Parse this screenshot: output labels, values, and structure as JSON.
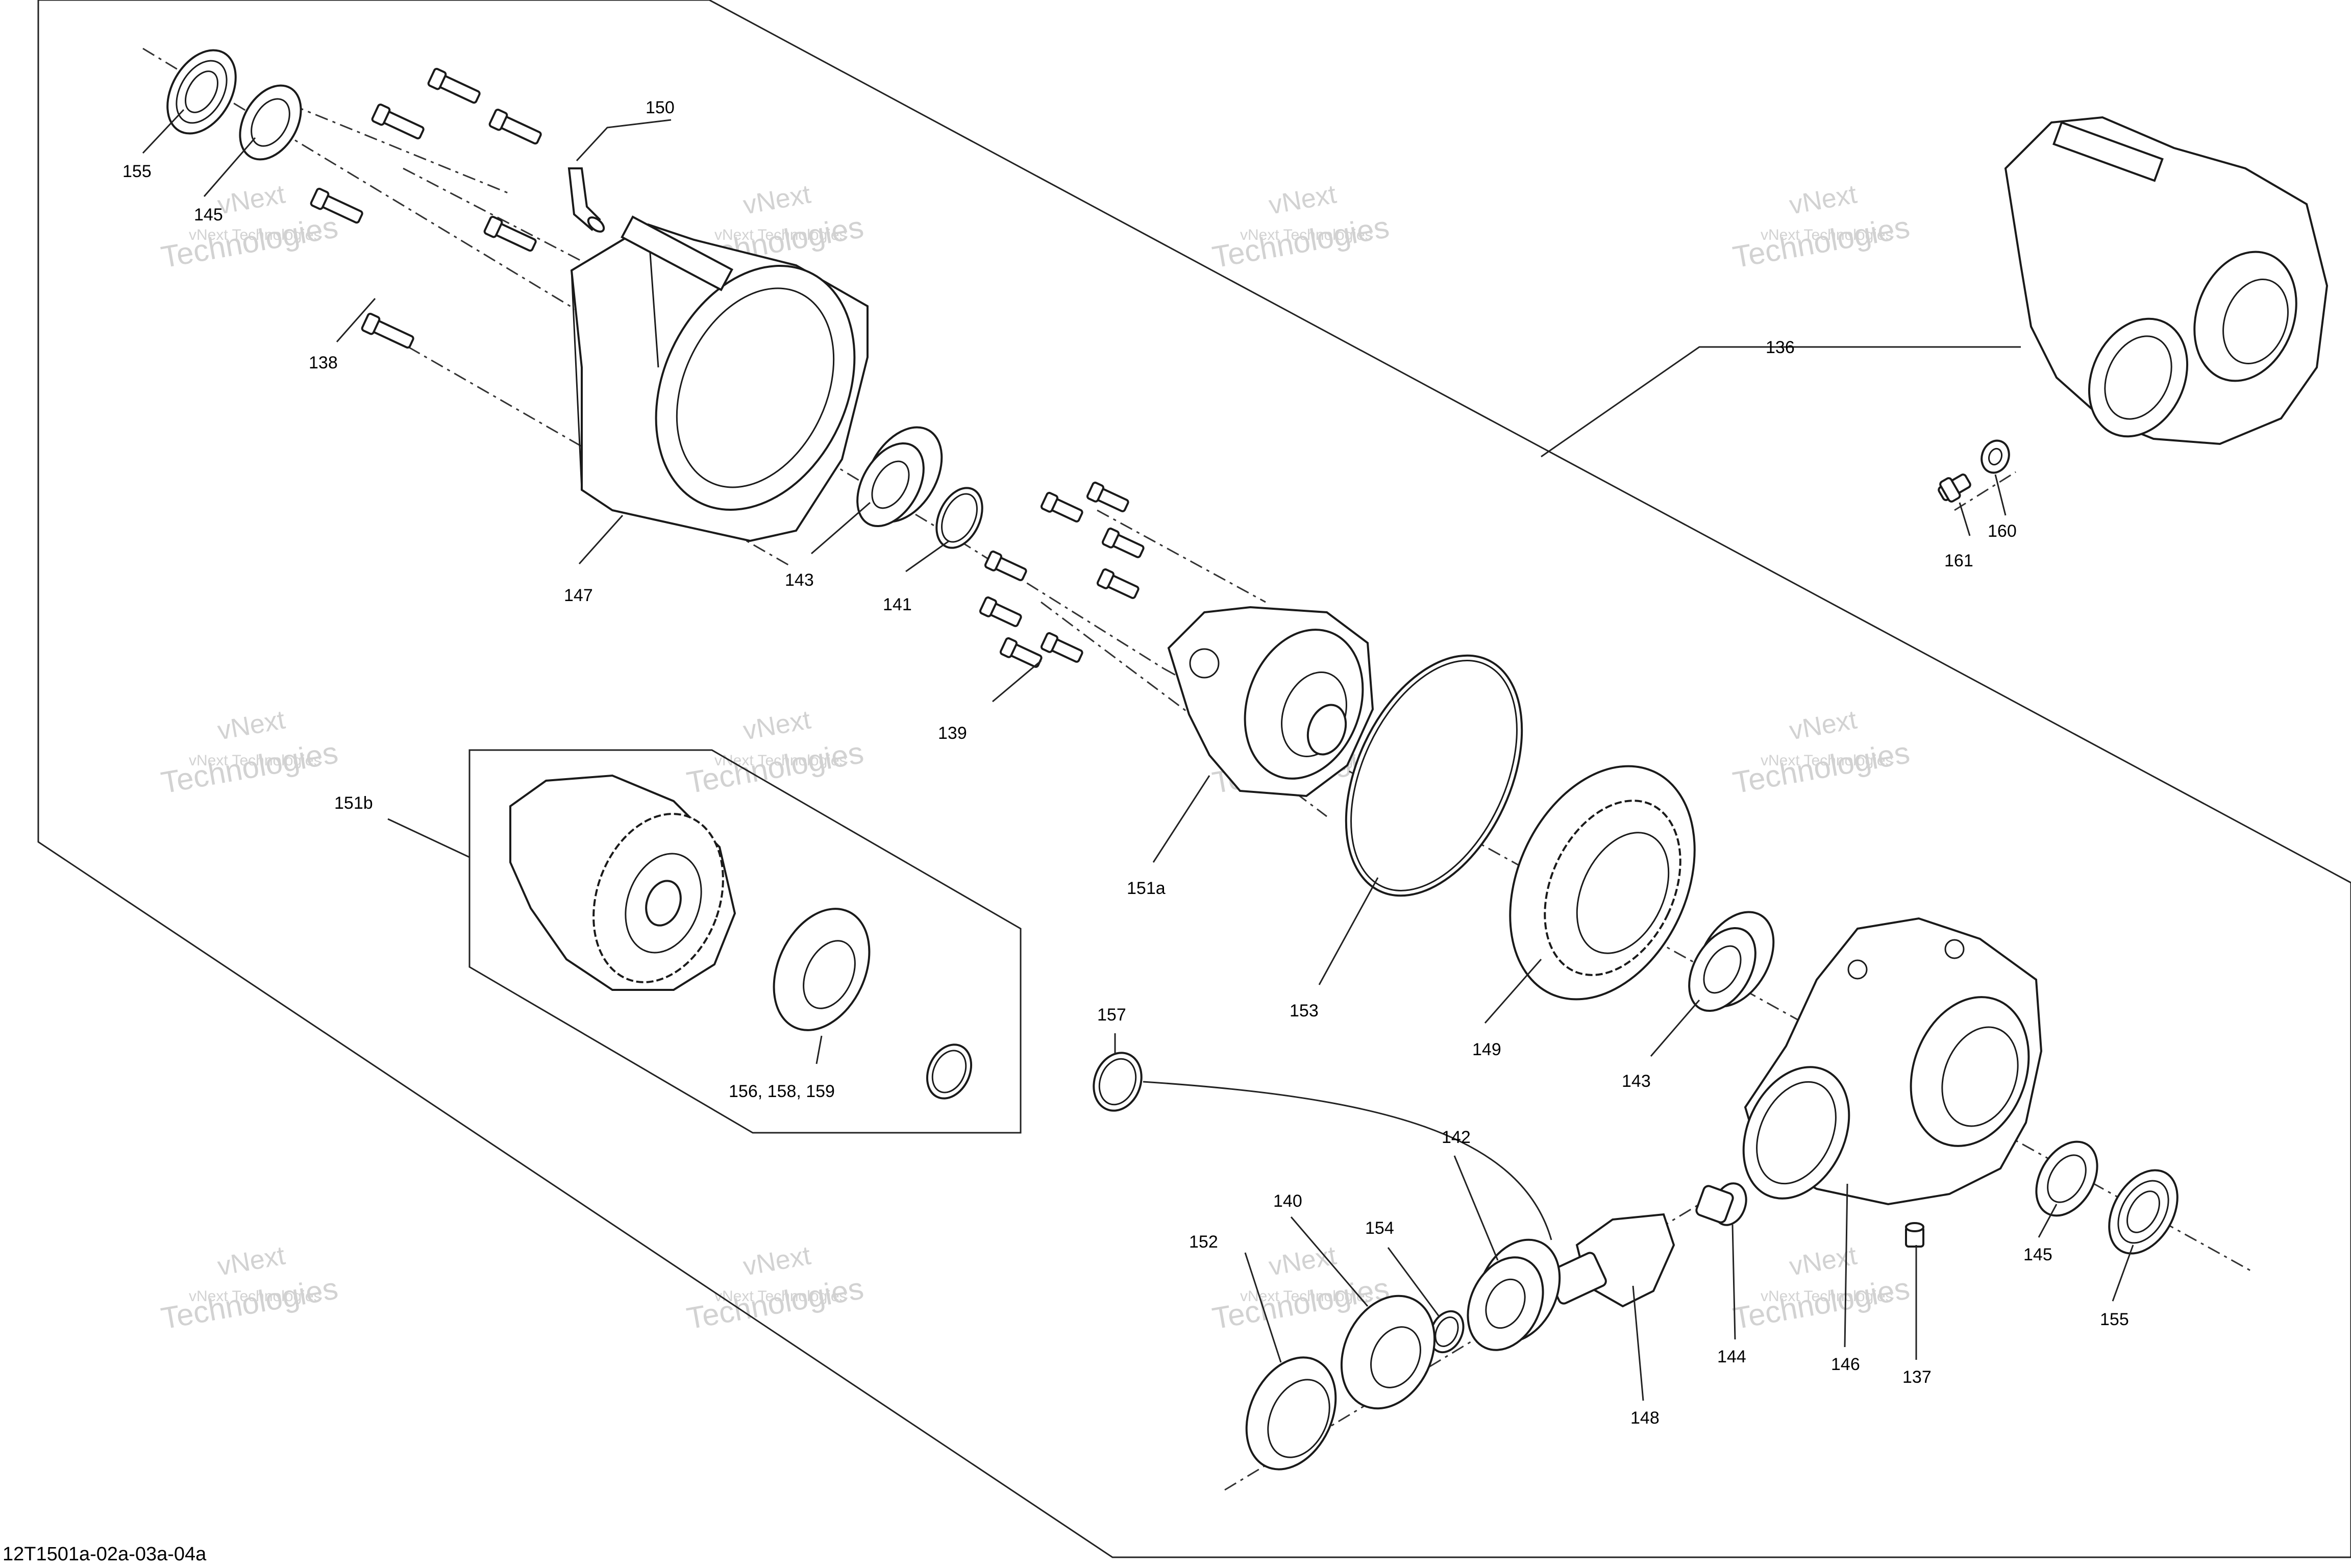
{
  "drawing_ref": "12T1501a-02a-03a-04a",
  "watermark": {
    "line1": "vNext Technologies",
    "line2": "vNext",
    "line3": "Technologies"
  },
  "callouts": {
    "c155a": "155",
    "c145a": "145",
    "c150": "150",
    "c138": "138",
    "c147": "147",
    "c143a": "143",
    "c141": "141",
    "c139": "139",
    "c136": "136",
    "c161": "161",
    "c160": "160",
    "c151b": "151b",
    "c151a": "151a",
    "c153": "153",
    "c149": "149",
    "c143b": "143",
    "c156": "156, 158, 159",
    "c157": "157",
    "c152": "152",
    "c140": "140",
    "c154": "154",
    "c142": "142",
    "c148": "148",
    "c144": "144",
    "c146": "146",
    "c137": "137",
    "c145b": "145",
    "c155b": "155"
  }
}
